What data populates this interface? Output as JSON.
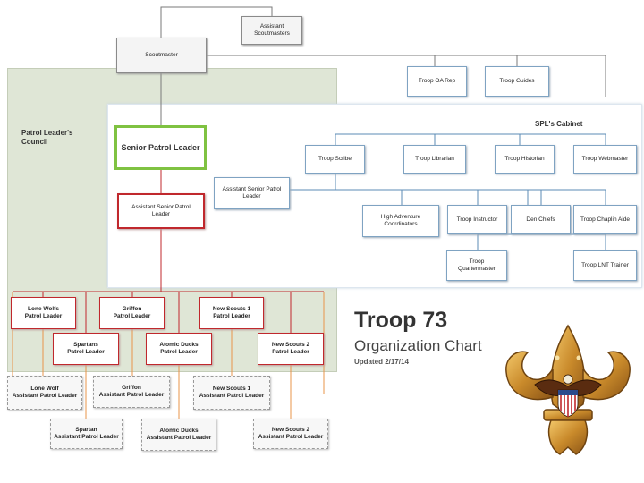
{
  "panels": {
    "plc_label": "Patrol Leader's\nCouncil",
    "cabinet_label": "SPL's Cabinet"
  },
  "header": {
    "title": "Troop 73",
    "subtitle": "Organization Chart",
    "updated": "Updated 2/17/14"
  },
  "nodes": {
    "asm": "Assistant\nScoutmasters",
    "sm": "Scoutmaster",
    "oa": "Troop OA Rep",
    "guides": "Troop Guides",
    "spl": "Senior Patrol Leader",
    "aspl_blue": "Assistant Senior Patrol\nLeader",
    "aspl_red": "Assistant Senior Patrol\nLeader",
    "scribe": "Troop Scribe",
    "librarian": "Troop Librarian",
    "historian": "Troop Historian",
    "webmaster": "Troop Webmaster",
    "hac": "High Adventure\nCoordinators",
    "instructor": "Troop Instructor",
    "denchiefs": "Den Chiefs",
    "chaplain": "Troop Chaplin Aide",
    "qm": "Troop\nQuartermaster",
    "lnt": "Troop LNT Trainer",
    "pl_lonewolfs": "Lone Wolfs\nPatrol Leader",
    "pl_griffon": "Griffon\nPatrol Leader",
    "pl_newscouts1": "New Scouts 1\nPatrol Leader",
    "pl_spartans": "Spartans\nPatrol Leader",
    "pl_atomic": "Atomic Ducks\nPatrol Leader",
    "pl_newscouts2": "New Scouts 2\nPatrol Leader",
    "apl_lonewolf": "Lone Wolf\nAssistant Patrol Leader",
    "apl_griffon": "Griffon\nAssistant Patrol Leader",
    "apl_newscouts1": "New Scouts 1\nAssistant Patrol Leader",
    "apl_spartan": "Spartan\nAssistant Patrol Leader",
    "apl_atomic": "Atomic Ducks\nAssistant Patrol Leader",
    "apl_newscouts2": "New Scouts 2\nAssistant Patrol Leader"
  },
  "colors": {
    "gray_line": "#7a7a7a",
    "blue_line": "#5b8bb5",
    "red_line": "#c0282d",
    "orange_line": "#e8944a",
    "green_border": "#7fc241",
    "emblem_gold": "#c98a2b"
  },
  "emblem": "scout-fleur-de-lis-emblem"
}
